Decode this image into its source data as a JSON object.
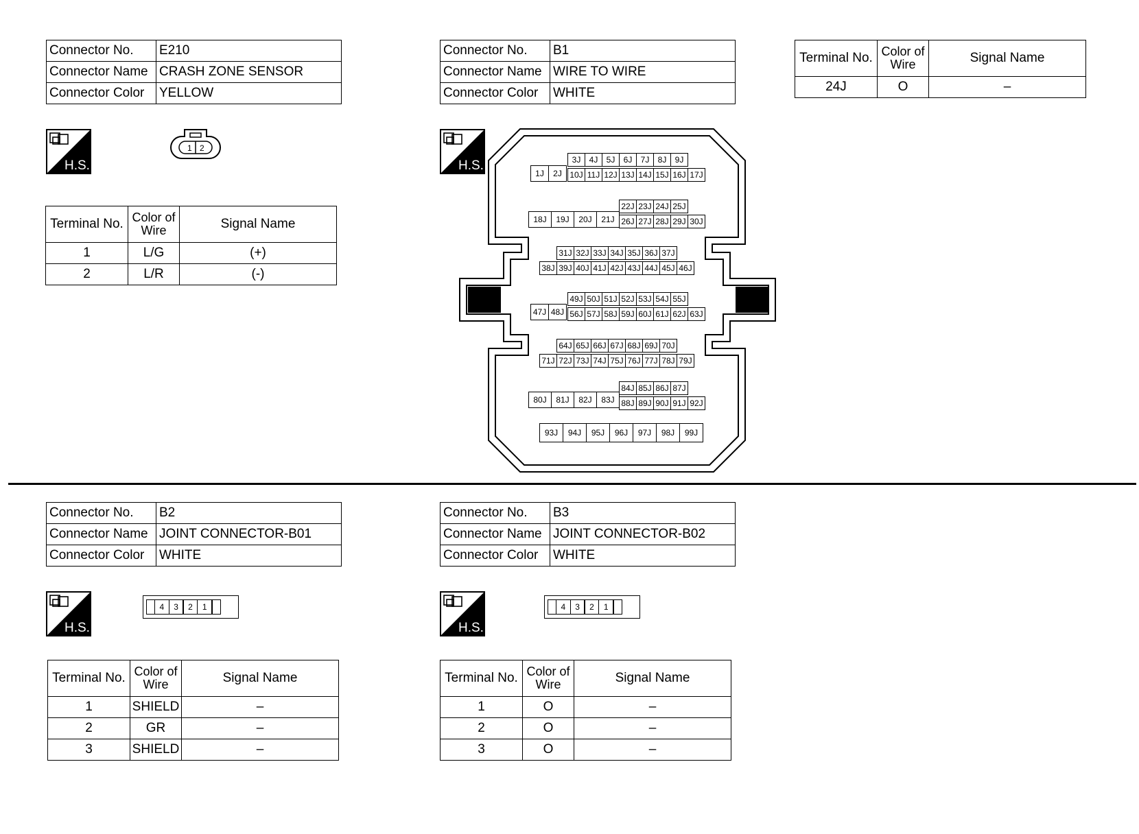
{
  "e210": {
    "connector_table": {
      "no_label": "Connector No.",
      "no": "E210",
      "name_label": "Connector Name",
      "name": "CRASH ZONE SENSOR",
      "color_label": "Connector Color",
      "color": "YELLOW"
    },
    "hs_label": "H.S.",
    "face_pins": [
      "1",
      "2"
    ],
    "terminal_headers": [
      "Terminal No.",
      "Color of Wire",
      "Signal Name"
    ],
    "terminals": [
      {
        "no": "1",
        "wire": "L/G",
        "signal": "(+)"
      },
      {
        "no": "2",
        "wire": "L/R",
        "signal": "(-)"
      }
    ]
  },
  "b1": {
    "connector_table": {
      "no_label": "Connector No.",
      "no": "B1",
      "name_label": "Connector Name",
      "name": "WIRE TO WIRE",
      "color_label": "Connector Color",
      "color": "WHITE"
    },
    "hs_label": "H.S.",
    "terminal_headers": [
      "Terminal No.",
      "Color of Wire",
      "Signal Name"
    ],
    "terminals": [
      {
        "no": "24J",
        "wire": "O",
        "signal": "–"
      }
    ],
    "pin_rows": [
      [
        "1J",
        "2J"
      ],
      [
        "3J",
        "4J",
        "5J",
        "6J",
        "7J",
        "8J",
        "9J"
      ],
      [
        "10J",
        "11J",
        "12J",
        "13J",
        "14J",
        "15J",
        "16J",
        "17J"
      ],
      [
        "18J",
        "19J",
        "20J",
        "21J"
      ],
      [
        "22J",
        "23J",
        "24J",
        "25J"
      ],
      [
        "26J",
        "27J",
        "28J",
        "29J",
        "30J"
      ],
      [
        "31J",
        "32J",
        "33J",
        "34J",
        "35J",
        "36J",
        "37J"
      ],
      [
        "38J",
        "39J",
        "40J",
        "41J",
        "42J",
        "43J",
        "44J",
        "45J",
        "46J"
      ],
      [
        "47J",
        "48J"
      ],
      [
        "49J",
        "50J",
        "51J",
        "52J",
        "53J",
        "54J",
        "55J"
      ],
      [
        "56J",
        "57J",
        "58J",
        "59J",
        "60J",
        "61J",
        "62J",
        "63J"
      ],
      [
        "64J",
        "65J",
        "66J",
        "67J",
        "68J",
        "69J",
        "70J"
      ],
      [
        "71J",
        "72J",
        "73J",
        "74J",
        "75J",
        "76J",
        "77J",
        "78J",
        "79J"
      ],
      [
        "80J",
        "81J",
        "82J",
        "83J"
      ],
      [
        "84J",
        "85J",
        "86J",
        "87J"
      ],
      [
        "88J",
        "89J",
        "90J",
        "91J",
        "92J"
      ],
      [
        "93J",
        "94J",
        "95J",
        "96J",
        "97J",
        "98J",
        "99J"
      ]
    ]
  },
  "b2": {
    "connector_table": {
      "no_label": "Connector No.",
      "no": "B2",
      "name_label": "Connector Name",
      "name": "JOINT CONNECTOR-B01",
      "color_label": "Connector Color",
      "color": "WHITE"
    },
    "hs_label": "H.S.",
    "face_pins": [
      "4",
      "3",
      "2",
      "1"
    ],
    "terminal_headers": [
      "Terminal No.",
      "Color of Wire",
      "Signal Name"
    ],
    "terminals": [
      {
        "no": "1",
        "wire": "SHIELD",
        "signal": "–"
      },
      {
        "no": "2",
        "wire": "GR",
        "signal": "–"
      },
      {
        "no": "3",
        "wire": "SHIELD",
        "signal": "–"
      }
    ]
  },
  "b3": {
    "connector_table": {
      "no_label": "Connector No.",
      "no": "B3",
      "name_label": "Connector Name",
      "name": "JOINT CONNECTOR-B02",
      "color_label": "Connector Color",
      "color": "WHITE"
    },
    "hs_label": "H.S.",
    "face_pins": [
      "4",
      "3",
      "2",
      "1"
    ],
    "terminal_headers": [
      "Terminal No.",
      "Color of Wire",
      "Signal Name"
    ],
    "terminals": [
      {
        "no": "1",
        "wire": "O",
        "signal": "–"
      },
      {
        "no": "2",
        "wire": "O",
        "signal": "–"
      },
      {
        "no": "3",
        "wire": "O",
        "signal": "–"
      }
    ]
  }
}
